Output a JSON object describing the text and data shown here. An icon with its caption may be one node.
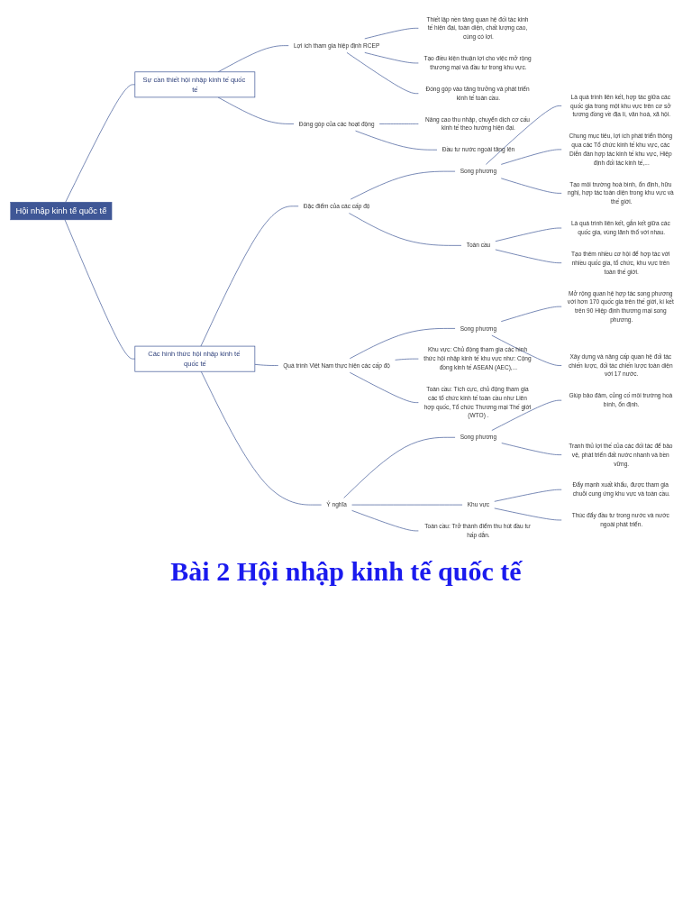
{
  "diagram": {
    "caption": "Bài 2 Hội nhập kinh tế quốc tế",
    "nodes": [
      {
        "text": [
          "Hội nhập kinh tế quốc tế"
        ]
      },
      {
        "text": [
          "Sự cần thiết hội nhập kinh tế quốc tế"
        ]
      },
      {
        "text": [
          "Lợi ích tham gia hiệp định RCEP"
        ]
      },
      {
        "text": [
          "Thiết lập nền tảng quan hệ đối tác kinh tế hiện đại, toàn diện, chất lượng cao, cùng có lợi."
        ]
      },
      {
        "text": [
          "Tạo điều kiện thuận lợi cho việc mở rộng thương mại và đầu tư trong khu vực."
        ]
      },
      {
        "text": [
          "Đóng góp vào tăng trưởng và phát triển kinh tế toàn cầu."
        ]
      },
      {
        "text": [
          "Đóng góp của các hoạt động"
        ]
      },
      {
        "text": [
          "Nâng cao thu nhập, chuyển dịch cơ cấu kinh tế theo hướng hiện đại."
        ]
      },
      {
        "text": [
          "Đầu tư nước ngoài tăng lên"
        ]
      },
      {
        "text": [
          "Các hình thức hội nhập kinh tế quốc tế"
        ]
      },
      {
        "text": [
          "Đặc điểm của các cấp độ"
        ]
      },
      {
        "text": [
          "Song phương"
        ]
      },
      {
        "text": [
          "Là quá trình liên kết, hợp tác giữa các quốc gia trong một khu vực trên cơ sở tương đồng về địa lí, văn hoá, xã hội."
        ]
      },
      {
        "text": [
          "Chung mục tiêu, lợi ích phát triển thông qua các Tổ chức kinh tế khu vực, các Diễn đàn hợp tác kinh tế khu vực, Hiệp định đối tác kinh tế,..."
        ]
      },
      {
        "text": [
          "Tạo môi trường hoà bình, ổn định, hữu nghị, hợp tác toàn diện trong khu vực và thế giới."
        ]
      },
      {
        "text": [
          "Toàn cầu"
        ]
      },
      {
        "text": [
          "Là quá trình liên kết, gắn kết giữa các quốc gia, vùng lãnh thổ với nhau."
        ]
      },
      {
        "text": [
          "Tạo thêm nhiều cơ hội để hợp tác với nhiều quốc gia, tổ chức, khu vực trên toàn thế giới."
        ]
      },
      {
        "text": [
          "Quá trình Việt Nam thực hiện các cấp độ"
        ]
      },
      {
        "text": [
          "Song phương"
        ]
      },
      {
        "text": [
          "Mở rộng quan hệ hợp tác song phương với hơn 170 quốc gia trên thế giới, kí kết trên 90 Hiệp định thương mại song phương."
        ]
      },
      {
        "text": [
          "Xây dựng và nâng cấp quan hệ đối tác chiến lược, đối tác chiến lược toàn diện với 17 nước."
        ]
      },
      {
        "text": [
          "Khu vực: Chủ động tham gia các hình thức hội nhập kinh tế khu vực như: Cộng đồng kinh tế ASEAN (AEC),..."
        ]
      },
      {
        "text": [
          "Toàn cầu: Tích cực, chủ động tham gia các tổ chức kinh tế toàn cầu như Liên hợp quốc, Tổ chức Thương mại Thế giới (WTO) ."
        ]
      },
      {
        "text": [
          "Ý nghĩa"
        ]
      },
      {
        "text": [
          "Song phương"
        ]
      },
      {
        "text": [
          "Giúp bảo đảm, củng cố môi trường hoà bình, ổn định."
        ]
      },
      {
        "text": [
          "Tranh thủ lợi thế của các đối tác để bảo vệ, phát triển đất nước nhanh và bền vững."
        ]
      },
      {
        "text": [
          "Khu vực"
        ]
      },
      {
        "text": [
          "Đẩy mạnh xuất khẩu, được tham gia chuỗi cung ứng khu vực và toàn cầu."
        ]
      },
      {
        "text": [
          "Thúc đẩy đầu tư trong nước và nước ngoài phát triển."
        ]
      },
      {
        "text": [
          "Toàn cầu: Trở thành điểm thu hút đầu tư hấp dẫn."
        ]
      }
    ],
    "edges": [
      {
        "from": 0,
        "to": 1,
        "arrow": "none"
      },
      {
        "from": 1,
        "to": 2,
        "arrow": "none"
      },
      {
        "from": 2,
        "to": 3,
        "arrow": "none"
      },
      {
        "from": 2,
        "to": 4,
        "arrow": "none"
      },
      {
        "from": 2,
        "to": 5,
        "arrow": "none"
      },
      {
        "from": 1,
        "to": 6,
        "arrow": "none"
      },
      {
        "from": 6,
        "to": 7,
        "arrow": "none"
      },
      {
        "from": 6,
        "to": 8,
        "arrow": "none"
      },
      {
        "from": 0,
        "to": 9,
        "arrow": "none"
      },
      {
        "from": 9,
        "to": 10,
        "arrow": "none"
      },
      {
        "from": 10,
        "to": 11,
        "arrow": "none"
      },
      {
        "from": 11,
        "to": 12,
        "arrow": "none"
      },
      {
        "from": 11,
        "to": 13,
        "arrow": "none"
      },
      {
        "from": 11,
        "to": 14,
        "arrow": "none"
      },
      {
        "from": 10,
        "to": 15,
        "arrow": "none"
      },
      {
        "from": 15,
        "to": 16,
        "arrow": "none"
      },
      {
        "from": 15,
        "to": 17,
        "arrow": "none"
      },
      {
        "from": 9,
        "to": 18,
        "arrow": "none"
      },
      {
        "from": 18,
        "to": 19,
        "arrow": "none"
      },
      {
        "from": 19,
        "to": 20,
        "arrow": "none"
      },
      {
        "from": 19,
        "to": 21,
        "arrow": "none"
      },
      {
        "from": 18,
        "to": 22,
        "arrow": "none"
      },
      {
        "from": 18,
        "to": 23,
        "arrow": "none"
      },
      {
        "from": 9,
        "to": 24,
        "arrow": "none"
      },
      {
        "from": 24,
        "to": 25,
        "arrow": "none"
      },
      {
        "from": 25,
        "to": 26,
        "arrow": "none"
      },
      {
        "from": 25,
        "to": 27,
        "arrow": "none"
      },
      {
        "from": 24,
        "to": 28,
        "arrow": "none"
      },
      {
        "from": 28,
        "to": 29,
        "arrow": "none"
      },
      {
        "from": 28,
        "to": 30,
        "arrow": "none"
      },
      {
        "from": 24,
        "to": 31,
        "arrow": "none"
      }
    ]
  }
}
